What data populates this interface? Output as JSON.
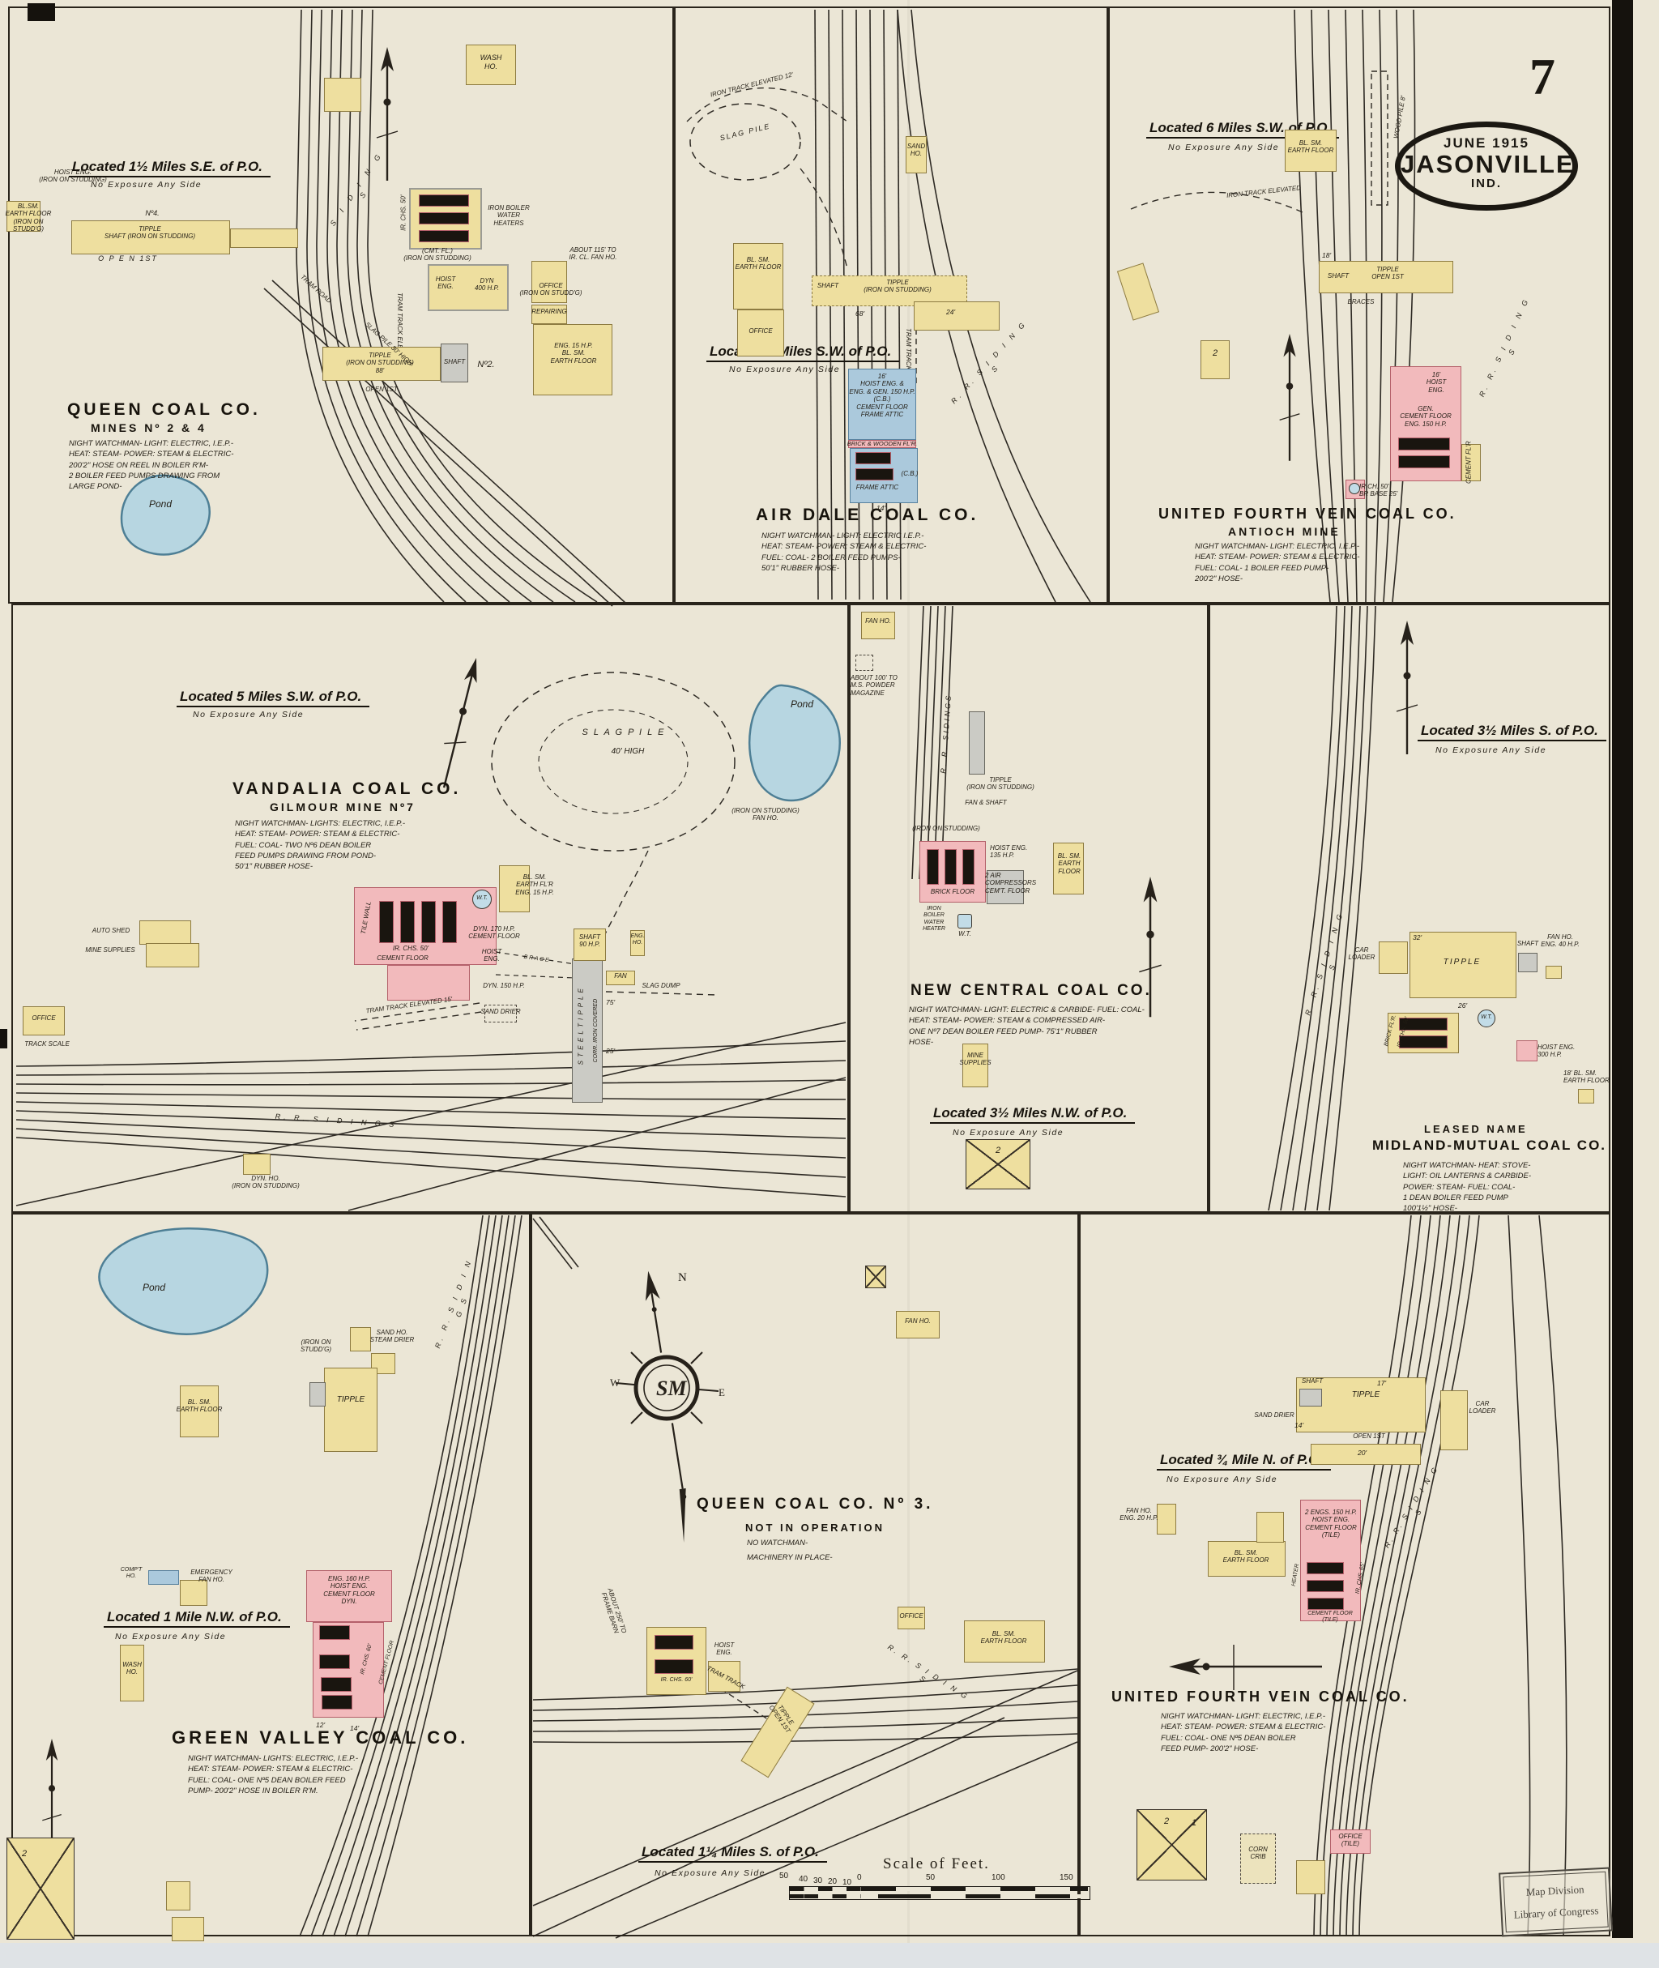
{
  "sheet": {
    "number": "7",
    "date": "JUNE 1915",
    "city": "JASONVILLE",
    "state": "IND.",
    "stamp": "Map Division\nLibrary of Congress",
    "scale_label": "Scale of Feet.",
    "ticks": [
      "50",
      "40",
      "30",
      "20",
      "10",
      "0",
      "50",
      "100",
      "150"
    ],
    "compass": {
      "n": "N",
      "w": "W",
      "e": "E",
      "mono": "SM"
    }
  },
  "p1": {
    "loc": "Located 1½ Miles S.E. of P.O.",
    "exp": "No Exposure Any Side",
    "name": "QUEEN COAL CO.",
    "sub": "MINES Nº 2 & 4",
    "notes": "NIGHT WATCHMAN- LIGHT: ELECTRIC, I.E.P.-\nHEAT: STEAM- POWER: STEAM & ELECTRIC-\n200'2\" HOSE ON REEL IN BOILER R'M-\n2 BOILER FEED PUMPS DRAWING FROM\nLARGE POND-",
    "sidings": "S I D I N G S",
    "pond": "Pond",
    "wash": "WASH\nHO.",
    "blsm_edge": "BL.SM.\nEARTH FLOOR\n(IRON ON STUDD'G)",
    "hoist_note": "HOIST ENG.\n(IRON ON STUDDING)",
    "no4": "Nº4.",
    "tipple1": "TIPPLE\nSHAFT  (IRON ON STUDDING)",
    "open1": "O P E N     1ST",
    "tram_road": "TRAM ROAD",
    "slag": "SLAG PILE 30' HIGH",
    "boiler_note": "(CMT. FL.)\n(IRON ON STUDDING)",
    "irchs": "IR. CHS. 50'",
    "heaters": "IRON BOILER\nWATER\nHEATERS",
    "hoist": "HOIST\nENG.",
    "dyn": "DYN\n400 H.P.",
    "office": "OFFICE\n(IRON ON STUDD'G)",
    "repairing": "REPAIRING",
    "engblsm": "ENG. 15 H.P.\nBL. SM.\nEARTH FLOOR",
    "tram": "TRAM TRACK ELEVATED 15'",
    "tipple2": "TIPPLE\n(IRON ON STUDDING)\n88'",
    "shaft2": "SHAFT",
    "no2": "Nº2.",
    "open2": "OPEN 1ST",
    "about": "ABOUT 115' TO\nIR. CL. FAN HO."
  },
  "p2": {
    "loc": "Located 6 Miles S.W. of P.O.",
    "exp": "No Exposure Any Side",
    "name": "AIR DALE COAL CO.",
    "notes": "NIGHT WATCHMAN- LIGHT: ELECTRIC I.E.P.-\nHEAT: STEAM- POWER: STEAM & ELECTRIC-\nFUEL: COAL- 2 BOILER FEED PUMPS-\n50'1\" RUBBER HOSE-",
    "slag": "SLAG  PILE",
    "iron": "IRON TRACK ELEVATED 12'",
    "sand": "SAND\nHO.",
    "blsm": "BL. SM.\nEARTH FLOOR",
    "office": "OFFICE",
    "shaft": "SHAFT",
    "tipple": "TIPPLE\n(IRON ON STUDDING)",
    "d68": "68'",
    "d24": "24'",
    "eng": "16'\nHOIST ENG. &\nENG. & GEN. 150 H.P.\n(C.B.)\nCEMENT FLOOR\nFRAME ATTIC",
    "brick": "BRICK & WOODEN FL'R.",
    "attic": "FRAME ATTIC",
    "d14": "14'",
    "cb": "(C.B.)",
    "tram": "TRAM TRACK",
    "rr": "R. R.   S I D I N G S"
  },
  "p3": {
    "loc": "Located 6 Miles S.W. of P.O.",
    "exp": "No Exposure Any Side",
    "name": "UNITED FOURTH VEIN COAL CO.",
    "sub": "ANTIOCH MINE",
    "notes": "NIGHT WATCHMAN- LIGHT: ELECTRIC, I.E.P.-\nHEAT: STEAM- POWER: STEAM & ELECTRIC-\nFUEL: COAL- 1 BOILER FEED PUMP-\n200'2\" HOSE-",
    "blsm": "BL. SM.\nEARTH FLOOR",
    "wood": "WOOD PILE 8'",
    "iron": "IRON TRACK ELEVATED",
    "tipple": "TIPPLE\nOPEN 1ST",
    "d18": "18'",
    "shaft": "SHAFT",
    "braces": "BRACES",
    "hoist": "16'\nHOIST\nENG.",
    "gen": "GEN.\nCEMENT FLOOR\nENG. 150 H.P.",
    "cem": "CEMENT FL'R",
    "irch": "IR CH. 50'\nBR BASE 25'",
    "rr": "R. R.  S I D I N G S",
    "barn": "2"
  },
  "p4": {
    "loc": "Located 5 Miles S.W. of P.O.",
    "exp": "No Exposure Any Side",
    "name": "VANDALIA COAL CO.",
    "sub": "GILMOUR MINE Nº7",
    "notes": "NIGHT WATCHMAN- LIGHTS: ELECTRIC, I.E.P.-\nHEAT: STEAM- POWER: STEAM & ELECTRIC-\nFUEL: COAL- TWO Nº6 DEAN BOILER\nFEED PUMPS DRAWING FROM POND-\n50'1\" RUBBER HOSE-",
    "pond": "Pond",
    "slag1": "S L A G      P I L E",
    "slag2": "40'      HIGH",
    "autoshed": "AUTO SHED",
    "minesup": "MINE SUPPLIES",
    "office": "OFFICE",
    "track_scale": "TRACK SCALE",
    "tile": "TILE  WALL",
    "irchs": "IR. CHS. 50'",
    "cement": "CEMENT   FLOOR",
    "dyn170": "DYN. 170 H.P.\nCEMENT FLOOR",
    "hoist": "HOIST\nENG.",
    "dyn150": "DYN. 150 H.P.",
    "wt": "W.T.",
    "blsm": "BL. SM.\nEARTH FL'R\nENG. 15 H.P.",
    "fanho": "(IRON ON STUDDING)\nFAN HO.",
    "tram": "TRAM  TRACK  ELEVATED  15'",
    "steel": "S T E E L    T I P P L E",
    "corr": "CORR. IRON COVERED",
    "shaft": "SHAFT\n90 H.P.",
    "d75": "75'",
    "d25": "25'",
    "fan": "FAN",
    "engho": "ENG.\nHO.",
    "slagdump": "SLAG DUMP",
    "brace": "B R A C E",
    "rr": "R. R.   S I D I N G S",
    "sand": "SAND DRIER",
    "dynho": "DYN. HO.\n(IRON ON STUDDING)"
  },
  "p5": {
    "loc": "Located 3½ Miles N.W. of P.O.",
    "exp": "No Exposure Any Side",
    "name": "NEW CENTRAL COAL CO.",
    "notes": "NIGHT WATCHMAN- LIGHT: ELECTRIC & CARBIDE- FUEL: COAL-\nHEAT: STEAM- POWER: STEAM & COMPRESSED AIR-\nONE Nº7 DEAN BOILER FEED PUMP- 75'1\" RUBBER\nHOSE-",
    "fanho": "FAN HO.",
    "powder": "ABOUT 100' TO\nM.S. POWDER\nMAGAZINE",
    "rr": "R. R. SIDINGS",
    "tipple": "TIPPLE\n(IRON ON STUDDING)",
    "fanshaft": "FAN & SHAFT",
    "ironstud": "(IRON ON STUDDING)",
    "brick": "BRICK FLOOR",
    "hoist": "HOIST ENG.\n135 H.P.",
    "comp": "2 AIR\nCOMPRESSORS\nCEM'T. FLOOR",
    "blsm": "BL. SM.\nEARTH FLOOR",
    "heater": "IRON\nBOILER\nWATER\nHEATER",
    "wt": "W.T.",
    "minesup": "MINE\nSUPPLIES",
    "barn": "2"
  },
  "p6": {
    "loc": "Located 3½ Miles S. of P.O.",
    "exp": "No Exposure Any Side",
    "leased": "LEASED NAME",
    "name": "MIDLAND-MUTUAL COAL CO.",
    "notes": "NIGHT WATCHMAN- HEAT: STOVE-\nLIGHT: OIL LANTERNS & CARBIDE-\nPOWER: STEAM- FUEL: COAL-\n1 DEAN BOILER FEED PUMP\n100'1½\" HOSE-",
    "carloader": "CAR\nLOADER",
    "tipple": "TIPPLE",
    "d32": "32'",
    "d26": "26'",
    "shaft": "SHAFT",
    "fanho": "FAN HO.\nENG. 40 H.P.",
    "brick": "BRICK FL'R.",
    "irchs": "IR. CHS. 50'",
    "wt": "W.T.",
    "hoist": "HOIST ENG.\n300 H.P.",
    "blsm": "18'  BL. SM.\nEARTH FLOOR",
    "rr": "R. R.  S I D I N G S"
  },
  "p7": {
    "loc": "Located 1 Mile N.W. of P.O.",
    "exp": "No Exposure Any Side",
    "name": "GREEN VALLEY COAL CO.",
    "notes": "NIGHT WATCHMAN- LIGHTS: ELECTRIC, I.E.P.-\nHEAT: STEAM- POWER: STEAM & ELECTRIC-\nFUEL: COAL- ONE Nº5 DEAN BOILER FEED\nPUMP- 200'2\" HOSE IN BOILER R'M.",
    "pond": "Pond",
    "rr": "R. R.  S I D I N G S",
    "sand": "SAND HO.\nSTEAM DRIER",
    "ironstud": "(IRON ON\nSTUDD'G)",
    "tipple": "TIPPLE",
    "blsm": "BL. SM.\nEARTH FLOOR",
    "emerg": "EMERGENCY\nFAN HO.",
    "compt": "COMP'T\nHO.",
    "wash": "WASH\nHO.",
    "eng": "ENG. 160 H.P.\nHOIST ENG.\nCEMENT FLOOR\nDYN.",
    "irchs": "IR. CHS. 60'",
    "cement": "CEMENT  FLOOR",
    "d12": "12'",
    "d14": "14'",
    "barn": "2"
  },
  "p8": {
    "loc": "Located 1¼ Miles S. of P.O.",
    "exp": "No Exposure Any Side",
    "name": "QUEEN COAL CO. Nº 3.",
    "sub": "NOT IN OPERATION",
    "note1": "NO WATCHMAN-",
    "note2": "MACHINERY IN PLACE-",
    "about": "ABOUT 250' TO\nFRAME BARN",
    "fanho": "FAN HO.",
    "office": "OFFICE",
    "hoist": "HOIST\nENG.",
    "irchs": "IR. CHS. 60'",
    "blsm": "BL. SM.\nEARTH FLOOR",
    "tipple": "TIPPLE\nOPEN 1ST",
    "tram": "TRAM TRACK",
    "rr": "R. R. S I D I N G S"
  },
  "p9": {
    "loc": "Located ¾ Mile N. of P.O.",
    "exp": "No Exposure Any Side",
    "name": "UNITED FOURTH VEIN COAL CO.",
    "notes": "NIGHT WATCHMAN- LIGHT: ELECTRIC, I.E.P.-\nHEAT: STEAM- POWER: STEAM & ELECTRIC-\nFUEL: COAL- ONE Nº5 DEAN BOILER\nFEED PUMP- 200'2\" HOSE-",
    "fanho": "FAN HO.\nENG. 20 H.P.",
    "sand": "SAND DRIER",
    "tipple": "TIPPLE",
    "d17": "17'",
    "shaft": "SHAFT",
    "open": "OPEN 1ST",
    "d20": "20'",
    "d14": "14'",
    "carloader": "CAR\nLOADER",
    "blsm": "BL. SM.\nEARTH FLOOR",
    "eng": "2 ENGS. 150 H.P.\nHOIST ENG.\nCEMENT FLOOR\n(TILE)",
    "cement": "CEMENT FLOOR\n(TILE)",
    "heater": "HEATER",
    "irchs": "IR. CHS. 65'",
    "rr": "R. R. S I D I N G S",
    "barn2": "2",
    "barn1": "1",
    "corn": "CORN\nCRIB",
    "office": "OFFICE\n(TILE)"
  }
}
